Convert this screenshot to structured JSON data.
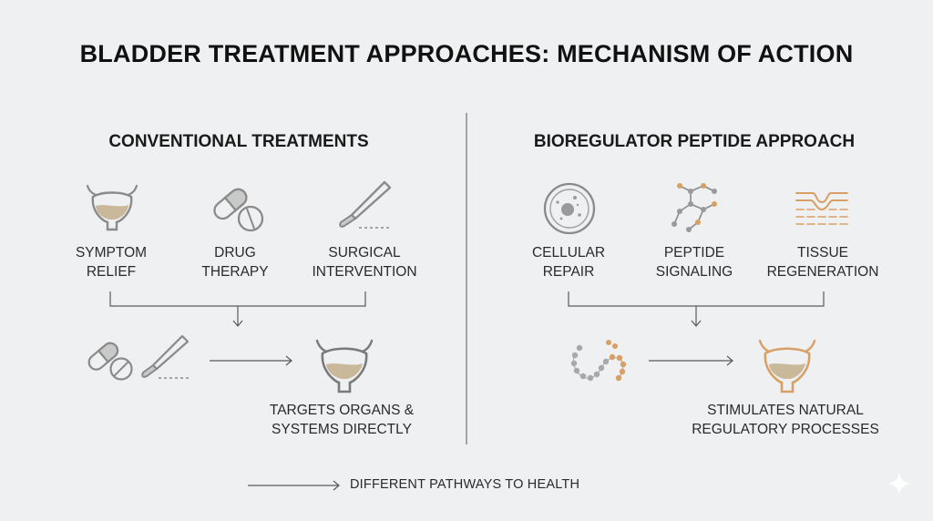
{
  "title": "BLADDER TREATMENT APPROACHES: MECHANISM OF ACTION",
  "left": {
    "heading": "CONVENTIONAL TREATMENTS",
    "items": [
      {
        "line1": "SYMPTOM",
        "line2": "RELIEF",
        "icon": "bladder-icon"
      },
      {
        "line1": "DRUG",
        "line2": "THERAPY",
        "icon": "pills-icon"
      },
      {
        "line1": "SURGICAL",
        "line2": "INTERVENTION",
        "icon": "scalpel-icon"
      }
    ],
    "result": {
      "line1": "TARGETS ORGANS &",
      "line2": "SYSTEMS DIRECTLY"
    }
  },
  "right": {
    "heading": "BIOREGULATOR PEPTIDE APPROACH",
    "items": [
      {
        "line1": "CELLULAR",
        "line2": "REPAIR",
        "icon": "cell-icon"
      },
      {
        "line1": "PEPTIDE",
        "line2": "SIGNALING",
        "icon": "molecule-icon"
      },
      {
        "line1": "TISSUE",
        "line2": "REGENERATION",
        "icon": "tissue-icon"
      }
    ],
    "result": {
      "line1": "STIMULATES NATURAL",
      "line2": "REGULATORY PROCESSES"
    }
  },
  "footer": "DIFFERENT PATHWAYS TO HEALTH",
  "colors": {
    "gray_stroke": "#8a8a8a",
    "fill_tan": "#c9b89a",
    "orange": "#d9a066",
    "text": "#1b1b1b"
  }
}
